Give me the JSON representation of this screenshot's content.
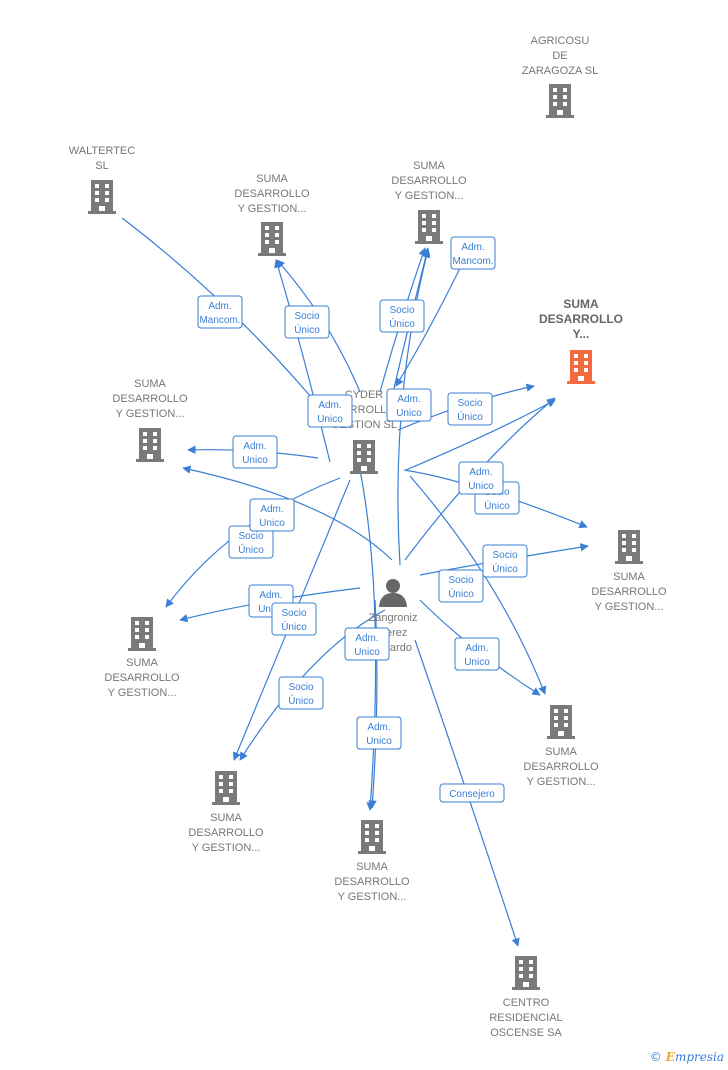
{
  "colors": {
    "edge": "#3a7fd5",
    "building": "#7a7a7a",
    "highlight": "#f26a3d",
    "person": "#666666"
  },
  "nodes": [
    {
      "id": "center",
      "icon": "building",
      "lines": [
        "CYDER",
        "CORROLLO",
        "GESTION SL"
      ]
    },
    {
      "id": "person",
      "icon": "person",
      "lines": [
        "Zangroniz",
        "Perez",
        "Ricardo"
      ]
    },
    {
      "id": "agricosu",
      "icon": "building",
      "lines": [
        "AGRICOSU",
        "DE",
        "ZARAGOZA SL"
      ]
    },
    {
      "id": "waltertec",
      "icon": "building",
      "lines": [
        "WALTERTEC",
        "SL"
      ]
    },
    {
      "id": "suma1",
      "icon": "building",
      "lines": [
        "SUMA",
        "DESARROLLO",
        "Y GESTION..."
      ]
    },
    {
      "id": "suma2",
      "icon": "building",
      "lines": [
        "SUMA",
        "DESARROLLO",
        "Y GESTION..."
      ]
    },
    {
      "id": "suma_hl",
      "icon": "building-highlight",
      "lines": [
        "SUMA",
        "DESARROLLO",
        "Y..."
      ]
    },
    {
      "id": "suma_left",
      "icon": "building",
      "lines": [
        "SUMA",
        "DESARROLLO",
        "Y GESTION..."
      ]
    },
    {
      "id": "suma_right",
      "icon": "building",
      "lines": [
        "SUMA",
        "DESARROLLO",
        "Y GESTION..."
      ]
    },
    {
      "id": "suma_lowleft",
      "icon": "building",
      "lines": [
        "SUMA",
        "DESARROLLO",
        "Y GESTION..."
      ]
    },
    {
      "id": "suma_lowright",
      "icon": "building",
      "lines": [
        "SUMA",
        "DESARROLLO",
        "Y GESTION..."
      ]
    },
    {
      "id": "suma_bl",
      "icon": "building",
      "lines": [
        "SUMA",
        "DESARROLLO",
        "Y GESTION..."
      ]
    },
    {
      "id": "suma_bottom",
      "icon": "building",
      "lines": [
        "SUMA",
        "DESARROLLO",
        "Y GESTION..."
      ]
    },
    {
      "id": "centro",
      "icon": "building",
      "lines": [
        "CENTRO",
        "RESIDENCIAL",
        "OSCENSE SA"
      ]
    }
  ],
  "relations": [
    {
      "label": [
        "Adm.",
        "Mancom."
      ]
    },
    {
      "label": [
        "Adm.",
        "Mancom."
      ]
    },
    {
      "label": [
        "Socio",
        "Único"
      ]
    },
    {
      "label": [
        "Socio",
        "Único"
      ]
    },
    {
      "label": [
        "Adm.",
        "Unico"
      ]
    },
    {
      "label": [
        "Adm.",
        "Unico"
      ]
    },
    {
      "label": [
        "Socio",
        "Único"
      ]
    },
    {
      "label": [
        "Socio",
        "Único"
      ]
    },
    {
      "label": [
        "Adm.",
        "Unico"
      ]
    },
    {
      "label": [
        "Socio",
        "Único"
      ]
    },
    {
      "label": [
        "Adm.",
        "Unico"
      ]
    },
    {
      "label": [
        "Socio",
        "Único"
      ]
    },
    {
      "label": [
        "Adm.",
        "Unico"
      ]
    },
    {
      "label": [
        "Socio",
        "Único"
      ]
    },
    {
      "label": [
        "Adm.",
        "Unico"
      ]
    },
    {
      "label": [
        "Socio",
        "Único"
      ]
    },
    {
      "label": [
        "Adm.",
        "Unico"
      ]
    },
    {
      "label": [
        "Socio",
        "Único"
      ]
    },
    {
      "label": [
        "Adm.",
        "Unico"
      ]
    },
    {
      "label": [
        "Socio",
        "Único"
      ]
    },
    {
      "label": [
        "Adm.",
        "Unico"
      ]
    },
    {
      "label": [
        "Adm.",
        "Unico"
      ]
    },
    {
      "label": [
        "Consejero"
      ]
    }
  ],
  "brand": {
    "copyright": "©",
    "initial": "E",
    "rest": "mpresia"
  }
}
